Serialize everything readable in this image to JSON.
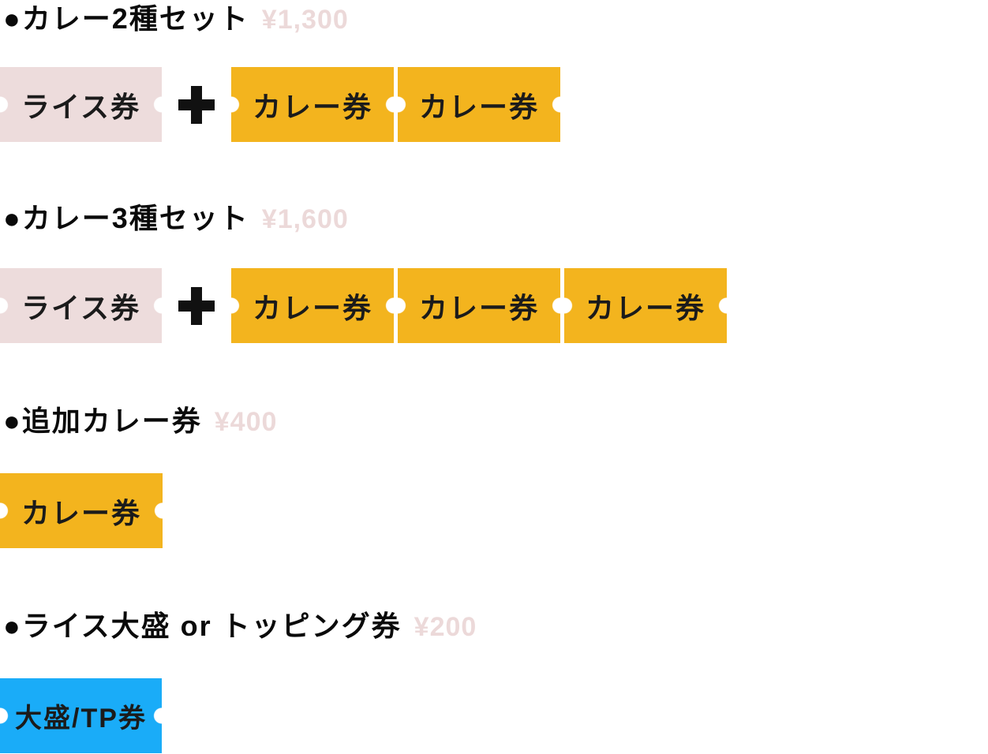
{
  "colors": {
    "background": "#FFFFFF",
    "ticket_yellow": "#F3B41E",
    "ticket_pink": "#EDDCDC",
    "ticket_blue": "#1AACF8",
    "price_text": "#ECD9D9",
    "title_text": "#0A0A0A",
    "ticket_label_text": "#1B1B1B"
  },
  "icons": {
    "plus_icon": "+"
  },
  "sections": [
    {
      "title": "●カレー2種セット",
      "price": "¥1,300",
      "tickets": [
        {
          "label": "ライス券"
        },
        {
          "label": "カレー券"
        },
        {
          "label": "カレー券"
        }
      ]
    },
    {
      "title": "●カレー3種セット",
      "price": "¥1,600",
      "tickets": [
        {
          "label": "ライス券"
        },
        {
          "label": "カレー券"
        },
        {
          "label": "カレー券"
        },
        {
          "label": "カレー券"
        }
      ]
    },
    {
      "title": "●追加カレー券",
      "price": "¥400",
      "tickets": [
        {
          "label": "カレー券"
        }
      ]
    },
    {
      "title": "●ライス大盛 or トッピング券",
      "price": "¥200",
      "tickets": [
        {
          "label": "大盛/TP券"
        }
      ]
    }
  ]
}
